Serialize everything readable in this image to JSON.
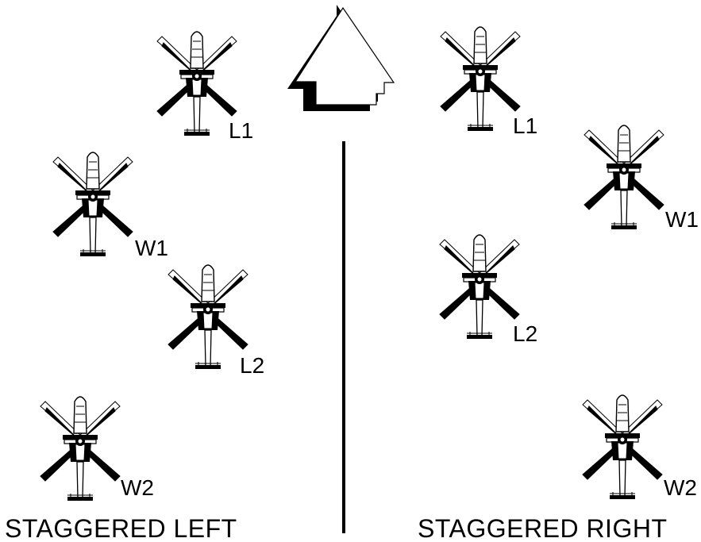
{
  "formations": [
    {
      "caption": "STAGGERED LEFT",
      "aircraft": [
        {
          "label": "L1"
        },
        {
          "label": "W1"
        },
        {
          "label": "L2"
        },
        {
          "label": "W2"
        }
      ]
    },
    {
      "caption": "STAGGERED RIGHT",
      "aircraft": [
        {
          "label": "L1"
        },
        {
          "label": "W1"
        },
        {
          "label": "L2"
        },
        {
          "label": "W2"
        }
      ]
    }
  ],
  "icons": {
    "direction": "direction-of-flight-arrow-icon",
    "aircraft": "helicopter-icon"
  },
  "colors": {
    "ink": "#000000",
    "background": "#ffffff"
  }
}
